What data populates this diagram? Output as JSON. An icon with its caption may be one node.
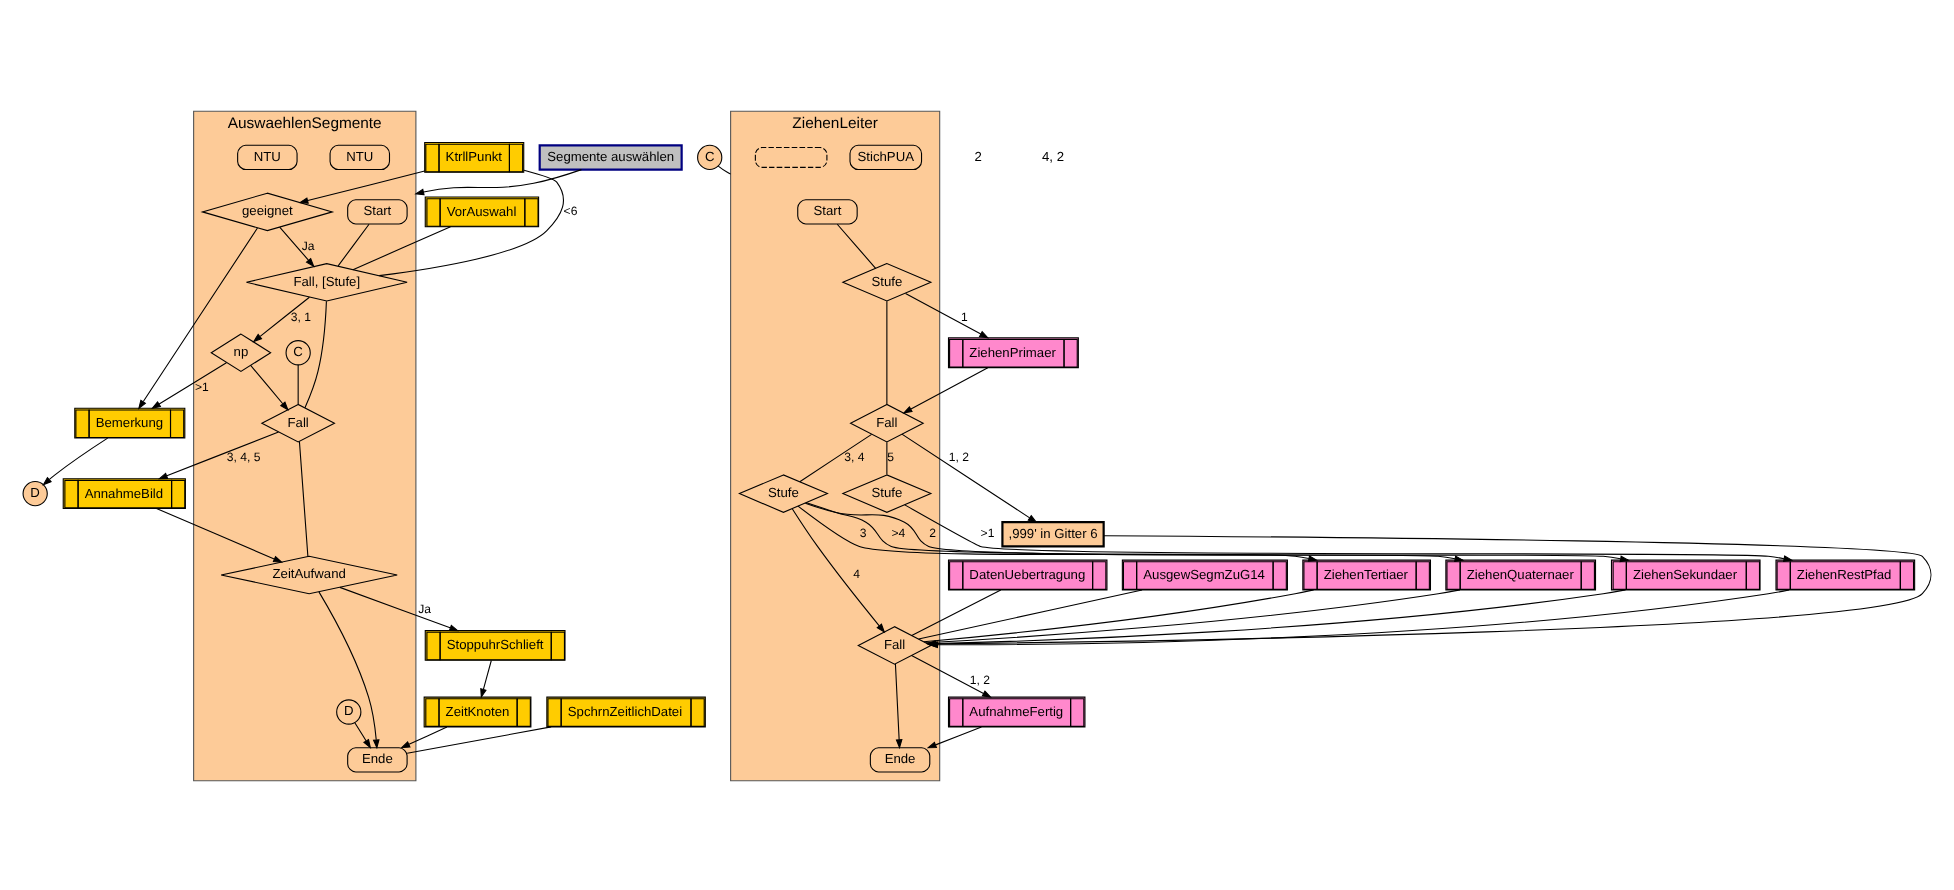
{
  "diagram": {
    "nodes": [
      {
        "text": [
          "AuswaehlenSegmente"
        ]
      },
      {
        "text": [
          "Start"
        ],
        "in": 0
      },
      {
        "text": [
          "NTU"
        ],
        "in": 0
      },
      {
        "text": [
          "KtrllPunkt"
        ]
      },
      {
        "text": [
          "geeignet"
        ],
        "in": 0
      },
      {
        "text": [
          "Bemerkung"
        ]
      },
      {
        "text": [
          "D"
        ]
      },
      {
        "text": [
          "VorAuswahl"
        ]
      },
      {
        "text": [
          "NTU"
        ],
        "in": 0
      },
      {
        "text": [
          "Fall, [Stufe]"
        ],
        "in": 0
      },
      {
        "text": [
          "np"
        ],
        "in": 0
      },
      {
        "text": [
          "C"
        ],
        "in": 0
      },
      {
        "text": [
          "Fall"
        ],
        "in": 0
      },
      {
        "text": [
          "AnnahmeBild"
        ]
      },
      {
        "text": [
          "StoppuhrSchlieft"
        ]
      },
      {
        "text": [
          "ZeitKnoten"
        ]
      },
      {
        "text": [
          "ZeitAufwand"
        ],
        "in": 0
      },
      {
        "text": [
          "SpchrnZeitlichDatei"
        ]
      },
      {
        "text": [
          "D"
        ],
        "in": 0
      },
      {
        "text": [
          "Ende"
        ],
        "in": 0
      },
      {
        "text": [
          "Segmente auswählen"
        ]
      },
      {
        "text": [
          "C"
        ]
      },
      {
        "text": [
          "ZiehenLeiter"
        ]
      },
      {
        "text": [
          "Start"
        ],
        "in": 22
      },
      {
        "text": [
          "Stufe"
        ],
        "in": 22
      },
      {
        "text": [
          "ZiehenPrimaer"
        ]
      },
      {
        "text": [
          "StichPUA"
        ],
        "in": 22
      },
      {
        "text": [
          ",999' in Gitter 6"
        ]
      },
      {
        "text": [],
        "shape": "box",
        "in": 22
      },
      {
        "text": [
          "Fall"
        ],
        "in": 22
      },
      {
        "text": [
          "Stufe"
        ],
        "in": 22
      },
      {
        "text": [
          "ZiehenSekundaer"
        ]
      },
      {
        "text": [
          "ZiehenRestPfad"
        ]
      },
      {
        "text": [
          "Stufe"
        ],
        "in": 22
      },
      {
        "text": [
          "ZiehenTertiaer"
        ]
      },
      {
        "text": [
          "ZiehenQuaternaer"
        ]
      },
      {
        "text": [
          "DatenUebertragung"
        ]
      },
      {
        "text": [
          "AufnahmeFertig"
        ]
      },
      {
        "text": [
          "AusgewSegmZuG14"
        ]
      },
      {
        "text": [
          "Fall"
        ],
        "in": 22
      },
      {
        "text": [
          "Ende"
        ],
        "in": 22
      }
    ],
    "edges": [
      {
        "from": 20,
        "to": 0,
        "arrow": "to"
      },
      {
        "from": 1,
        "to": 9,
        "arrow": "none"
      },
      {
        "from": 3,
        "to": 9,
        "label": "<6",
        "arrow": "none"
      },
      {
        "from": 3,
        "to": 4,
        "arrow": "to"
      },
      {
        "from": 4,
        "to": 9,
        "label": "Ja",
        "arrow": "to"
      },
      {
        "from": 4,
        "to": 5,
        "arrow": "to"
      },
      {
        "from": 5,
        "to": 6,
        "arrow": "to"
      },
      {
        "from": 7,
        "to": 9,
        "arrow": "none"
      },
      {
        "from": 9,
        "to": 10,
        "label": "3, 1",
        "arrow": "to"
      },
      {
        "from": 10,
        "to": 5,
        "label": ">1",
        "arrow": "to"
      },
      {
        "from": 10,
        "to": 12,
        "arrow": "to"
      },
      {
        "from": 9,
        "to": 12,
        "arrow": "none"
      },
      {
        "from": 11,
        "to": 12,
        "arrow": "none"
      },
      {
        "from": 12,
        "to": 13,
        "label": "3, 4, 5",
        "arrow": "to"
      },
      {
        "from": 13,
        "to": 16,
        "arrow": "to"
      },
      {
        "from": 12,
        "to": 16,
        "arrow": "none"
      },
      {
        "from": 16,
        "to": 14,
        "label": "Ja",
        "arrow": "to"
      },
      {
        "from": 14,
        "to": 15,
        "arrow": "to"
      },
      {
        "from": 15,
        "to": 19,
        "arrow": "to"
      },
      {
        "from": 16,
        "to": 19,
        "arrow": "to"
      },
      {
        "from": 17,
        "to": 19,
        "arrow": "none"
      },
      {
        "from": 18,
        "to": 19,
        "arrow": "to"
      },
      {
        "from": 21,
        "to": 22,
        "arrow": "none"
      },
      {
        "from": 23,
        "to": 24,
        "arrow": "none"
      },
      {
        "from": 24,
        "to": 25,
        "label": "1",
        "arrow": "to"
      },
      {
        "from": 25,
        "to": 29,
        "arrow": "to"
      },
      {
        "from": 24,
        "to": 29,
        "arrow": "none"
      },
      {
        "from": 29,
        "to": 27,
        "label": "1, 2",
        "arrow": "to"
      },
      {
        "from": 29,
        "to": 30,
        "label": "5",
        "arrow": "none"
      },
      {
        "from": 30,
        "to": 32,
        "label": ">1",
        "arrow": "to"
      },
      {
        "from": 29,
        "to": 33,
        "label": "3, 4",
        "arrow": "none"
      },
      {
        "from": 33,
        "to": 31,
        "label": "2",
        "arrow": "to"
      },
      {
        "from": 33,
        "to": 34,
        "label": "3",
        "arrow": "to"
      },
      {
        "from": 33,
        "to": 39,
        "label": "4",
        "arrow": "to"
      },
      {
        "from": 33,
        "to": 35,
        "label": ">4",
        "arrow": "to"
      },
      {
        "from": 27,
        "to": 39,
        "arrow": "to"
      },
      {
        "from": 31,
        "to": 39,
        "arrow": "to"
      },
      {
        "from": 34,
        "to": 39,
        "arrow": "none"
      },
      {
        "from": 32,
        "to": 39,
        "arrow": "to"
      },
      {
        "from": 35,
        "to": 39,
        "arrow": "none"
      },
      {
        "from": 36,
        "to": 39,
        "arrow": "none"
      },
      {
        "from": 38,
        "to": 39,
        "arrow": "none"
      },
      {
        "from": 39,
        "to": 37,
        "label": "1, 2",
        "arrow": "to"
      },
      {
        "from": 37,
        "to": 40,
        "arrow": "to"
      },
      {
        "from": 39,
        "to": 40,
        "arrow": "to"
      }
    ],
    "labels": [
      "2",
      "4, 2"
    ]
  }
}
